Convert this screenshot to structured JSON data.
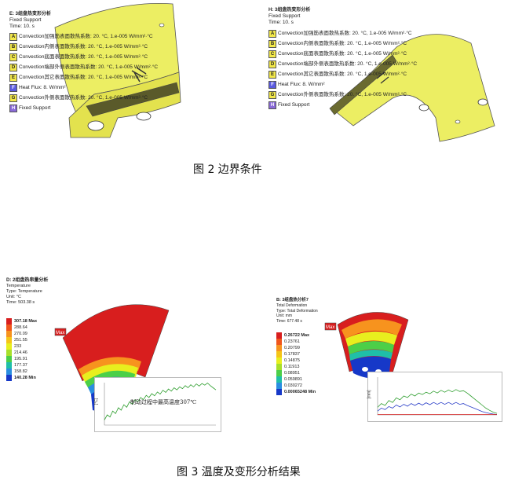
{
  "fig2": {
    "caption": "图 2  边界条件",
    "left": {
      "title": "E: 3组盘热变形分析",
      "subtitle": "Fixed Support",
      "time": "Time: 10. s",
      "legend": [
        {
          "tag": "A",
          "text": "Convection加强筋表面散热系数: 20. °C, 1.e-005 W/mm²·°C"
        },
        {
          "tag": "B",
          "text": "Convection内侧表面散热系数: 20. °C, 1.e-005 W/mm²·°C"
        },
        {
          "tag": "C",
          "text": "Convection底面表面散热系数: 20. °C, 1.e-005 W/mm²·°C"
        },
        {
          "tag": "D",
          "text": "Convection端部外侧表面散热系数: 20. °C, 1.e-005 W/mm²·°C"
        },
        {
          "tag": "E",
          "text": "Convection其它表面散热系数: 20. °C, 1.e-005 W/mm²·°C"
        },
        {
          "tag": "F",
          "text": "Heat Flux: 8. W/mm²"
        },
        {
          "tag": "G",
          "text": "Convection外侧表面散热系数: 20. °C, 1.e-005 W/mm²·°C"
        },
        {
          "tag": "H",
          "text": "Fixed Support"
        }
      ]
    },
    "right": {
      "title": "H: 3组盘热变形分析",
      "subtitle": "Fixed Support",
      "time": "Time: 10. s",
      "legend": [
        {
          "tag": "A",
          "text": "Convection加强筋表面散热系数: 20. °C, 1.e-005 W/mm²·°C"
        },
        {
          "tag": "B",
          "text": "Convection内侧表面散热系数: 20. °C, 1.e-005 W/mm²·°C"
        },
        {
          "tag": "C",
          "text": "Convection底面表面散热系数: 20. °C, 1.e-005 W/mm²·°C"
        },
        {
          "tag": "D",
          "text": "Convection端部外侧表面散热系数: 20. °C, 1.e-005 W/mm²·°C"
        },
        {
          "tag": "E",
          "text": "Convection其它表面散热系数: 20. °C, 1.e-005 W/mm²·°C"
        },
        {
          "tag": "F",
          "text": "Heat Flux: 8. W/mm²"
        },
        {
          "tag": "G",
          "text": "Convection外侧表面散热系数: 20. °C, 1.e-005 W/mm²·°C"
        },
        {
          "tag": "H",
          "text": "Fixed Support"
        }
      ]
    }
  },
  "fig3": {
    "caption": "图 3  温度及变形分析结果",
    "left": {
      "title": "D: 2组盘热串量分析",
      "type_label": "Temperature",
      "type": "Type: Temperature",
      "unit": "Unit: °C",
      "time": "Time: 503.38 s",
      "max_marker": "Max",
      "scale": [
        "307.18 Max",
        "288.64",
        "270.09",
        "251.55",
        "233",
        "214.46",
        "195.91",
        "177.37",
        "158.82",
        "140.28 Min"
      ],
      "scale_colors": [
        "#d81e1e",
        "#f0561c",
        "#f7931e",
        "#f5c518",
        "#e8ef1e",
        "#a8e02a",
        "#4ccf48",
        "#1fbfa8",
        "#2a8ee0",
        "#1638c8"
      ],
      "chart_annotation": "制动过程中最高温度307℃",
      "ylabel": "[°C]"
    },
    "right": {
      "title": "B: 3组盘热分析7",
      "type_label": "Total Deformation",
      "type": "Type: Total Deformation",
      "unit": "Unit: mm",
      "time": "Time: 677.48 s",
      "max_marker": "Max",
      "scale": [
        "0.26722 Max",
        "0.23761",
        "0.20799",
        "0.17837",
        "0.14875",
        "0.11913",
        "0.08951",
        "0.059891",
        "0.030272",
        "0.00065248 Min"
      ],
      "scale_colors": [
        "#d81e1e",
        "#f0561c",
        "#f7931e",
        "#f5c518",
        "#e8ef1e",
        "#a8e02a",
        "#4ccf48",
        "#1fbfa8",
        "#2a8ee0",
        "#1638c8"
      ],
      "ylabel": "[mm]"
    }
  },
  "chart_data": [
    {
      "type": "line",
      "ylabel": "[°C]",
      "annotation": "制动过程中最高温度307℃",
      "series": [
        {
          "values": [
            0.12,
            0.24,
            0.19,
            0.33,
            0.27,
            0.41,
            0.35,
            0.48,
            0.42,
            0.55,
            0.49,
            0.6,
            0.55,
            0.65,
            0.6,
            0.7,
            0.65,
            0.74,
            0.69,
            0.78,
            0.73,
            0.82,
            0.77,
            0.85,
            0.8,
            0.88,
            0.83,
            0.9,
            0.86,
            0.93,
            0.88,
            0.95,
            0.9,
            0.97,
            0.92,
            0.98,
            0.94,
            0.99,
            0.93,
            0.88,
            0.83
          ]
        }
      ]
    },
    {
      "type": "line",
      "ylabel": "[mm]",
      "series": [
        {
          "values": [
            0.2,
            0.3,
            0.25,
            0.38,
            0.33,
            0.45,
            0.4,
            0.5,
            0.46,
            0.55,
            0.5,
            0.58,
            0.54,
            0.6,
            0.56,
            0.63,
            0.58,
            0.65,
            0.6,
            0.66,
            0.61,
            0.67,
            0.62,
            0.64,
            0.58,
            0.5,
            0.42,
            0.34,
            0.26,
            0.18,
            0.12,
            0.07,
            0.04
          ]
        },
        {
          "values": [
            0.1,
            0.18,
            0.14,
            0.22,
            0.18,
            0.26,
            0.21,
            0.28,
            0.23,
            0.3,
            0.25,
            0.31,
            0.26,
            0.32,
            0.27,
            0.33,
            0.28,
            0.33,
            0.28,
            0.33,
            0.28,
            0.33,
            0.28,
            0.3,
            0.25,
            0.21,
            0.17,
            0.13,
            0.09,
            0.06,
            0.04,
            0.02,
            0.01
          ]
        },
        {
          "values": [
            0.01,
            0.01,
            0.01,
            0.01,
            0.01,
            0.01,
            0.01,
            0.01,
            0.01,
            0.01,
            0.01,
            0.01,
            0.01,
            0.01,
            0.01,
            0.01,
            0.01,
            0.01,
            0.01,
            0.01,
            0.01,
            0.01,
            0.01,
            0.01,
            0.01,
            0.01,
            0.01,
            0.01,
            0.01,
            0.01,
            0.01,
            0.01,
            0.01
          ]
        }
      ]
    }
  ]
}
